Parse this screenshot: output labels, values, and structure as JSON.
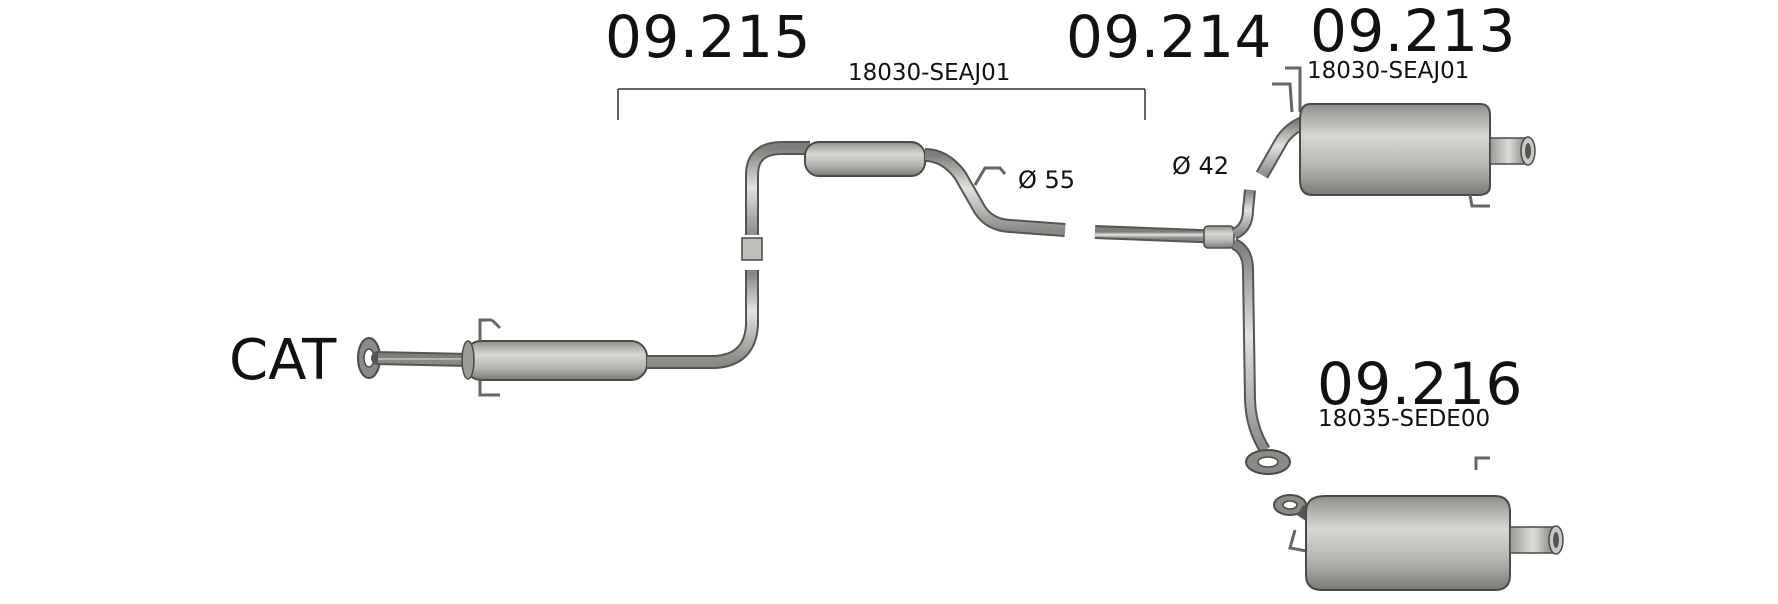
{
  "labels": {
    "cat": "CAT",
    "front_section": {
      "part_number": "09.215",
      "diameter": "Ø 55"
    },
    "middle_section": {
      "part_number": "09.214",
      "diameter": "Ø 42"
    },
    "front_middle_oem": "18030-SEAJ01",
    "rear_right": {
      "part_number": "09.213",
      "oem": "18030-SEAJ01"
    },
    "rear_left": {
      "part_number": "09.216",
      "oem": "18035-SEDE00"
    }
  },
  "colors": {
    "metal_light": "#d0d0cd",
    "metal_mid": "#a4a4a0",
    "metal_dark": "#6e6e6a",
    "outline": "#4a4a47",
    "text": "#111111"
  }
}
